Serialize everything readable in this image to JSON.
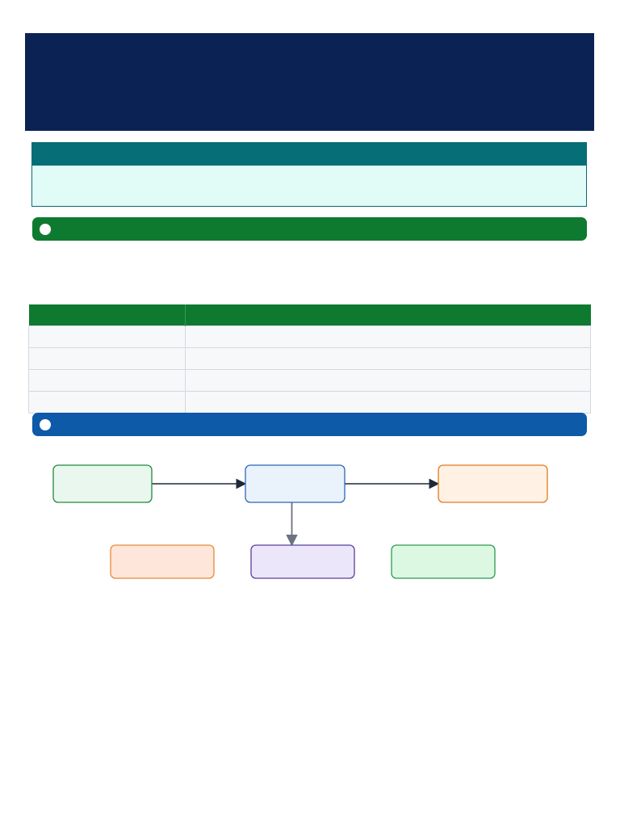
{
  "header": {
    "title": ""
  },
  "callout": {
    "title": "",
    "body": ""
  },
  "sections": [
    {
      "title": ""
    },
    {
      "title": ""
    }
  ],
  "table": {
    "headers": [
      "",
      ""
    ],
    "rows": [
      [
        "",
        ""
      ],
      [
        "",
        ""
      ],
      [
        "",
        ""
      ],
      [
        "",
        ""
      ]
    ]
  },
  "diagram": {
    "nodes": [
      {
        "id": "n1",
        "label": "",
        "fill": "#eaf7ee",
        "stroke": "#1e8a3f"
      },
      {
        "id": "n2",
        "label": "",
        "fill": "#eaf2fc",
        "stroke": "#2b66b8"
      },
      {
        "id": "n3",
        "label": "",
        "fill": "#fff1e3",
        "stroke": "#e07a1f"
      },
      {
        "id": "n4",
        "label": "",
        "fill": "#ffe6da",
        "stroke": "#e58a3a"
      },
      {
        "id": "n5",
        "label": "",
        "fill": "#ece6fb",
        "stroke": "#5a3f96"
      },
      {
        "id": "n6",
        "label": "",
        "fill": "#dcf8e3",
        "stroke": "#2e9a4f"
      }
    ],
    "edges": [
      {
        "from": "n1",
        "to": "n2",
        "color": "#1f2937"
      },
      {
        "from": "n2",
        "to": "n3",
        "color": "#1f2937"
      },
      {
        "from": "n2",
        "to": "n5",
        "color": "#6b7280"
      }
    ]
  }
}
